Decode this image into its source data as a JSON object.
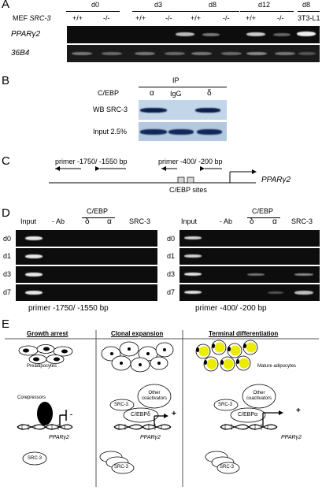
{
  "panels": {
    "A": "A",
    "B": "B",
    "C": "C",
    "D": "D",
    "E": "E"
  },
  "panelA": {
    "days": [
      "d0",
      "d3",
      "d8",
      "d12",
      "d8"
    ],
    "mef_label": "MEF",
    "src3_label": "SRC-3",
    "genotypes": [
      "+/+",
      "-/-",
      "+/+",
      "-/-",
      "+/+",
      "-/-",
      "+/+",
      "-/-"
    ],
    "cell_line": "3T3-L1",
    "rows": [
      "PPARγ2",
      "36B4"
    ]
  },
  "panelB": {
    "ip_label": "IP",
    "cebp_label": "C/EBP",
    "lanes": [
      "α",
      "IgG",
      "δ"
    ],
    "rows": [
      "WB SRC-3",
      "Input 2.5%"
    ]
  },
  "panelC": {
    "primer1": "primer -1750/ -1550 bp",
    "primer2": "primer -400/ -200 bp",
    "sites": "C/EBP sites",
    "gene": "PPARγ2"
  },
  "panelD": {
    "left": {
      "cols": [
        "Input",
        "- Ab",
        "δ",
        "α",
        "SRC-3"
      ],
      "cebp": "C/EBP",
      "rows": [
        "d0",
        "d1",
        "d3",
        "d7"
      ],
      "caption": "primer -1750/ -1550 bp"
    },
    "right": {
      "cols": [
        "Input",
        "- Ab",
        "δ",
        "α",
        "SRC-3"
      ],
      "cebp": "C/EBP",
      "rows": [
        "d0",
        "d1",
        "d3",
        "d7"
      ],
      "caption": "primer -400/ -200 bp"
    }
  },
  "panelE": {
    "headers": [
      "Growth arrest",
      "Clonal expansion",
      "Terminal differentiation"
    ],
    "preadipocytes": "Preadipocytes",
    "mature": "Mature adipocytes",
    "corepressors": "Corepressors",
    "gene": "PPARγ2",
    "src3": "SRC-3",
    "other": [
      "Other",
      "coactivators"
    ],
    "cebpd": "C/EBPδ",
    "cebpa": "C/EBPα",
    "minus": "-",
    "plus": "+"
  }
}
